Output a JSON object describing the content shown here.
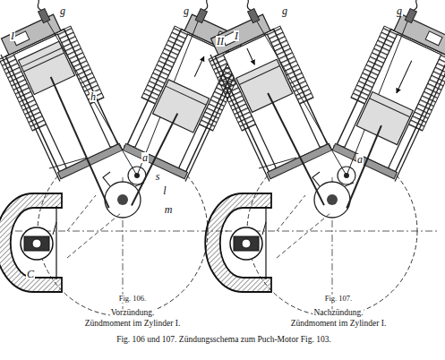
{
  "diagram": {
    "caption": "Fig. 106 und 107. Zündungsschema zum Puch-Motor Fig. 103.",
    "labels": [
      "I",
      "g",
      "g",
      "II",
      "h",
      "a",
      "s",
      "l",
      "m",
      "C",
      "I",
      "g",
      "g",
      "a",
      "Fig. 106.",
      "Vorzündung.",
      "Zündmoment im Zylinder I.",
      "Fig. 107.",
      "Nachzündung.",
      "Zündmoment im Zylinder I."
    ]
  }
}
